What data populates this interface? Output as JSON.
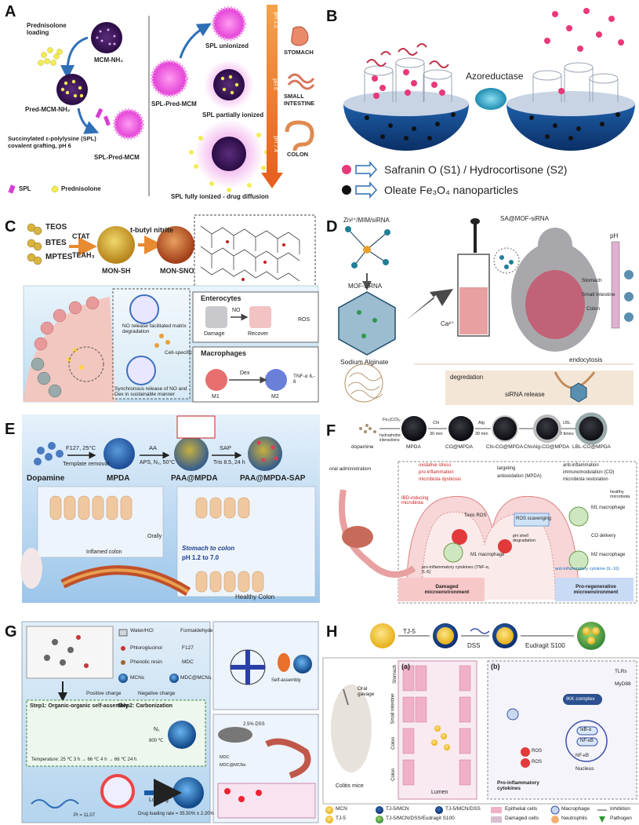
{
  "panels": {
    "A": {
      "label": "A",
      "prednisolone_loading": "Prednisolone loading",
      "mcm_nh2": "MCM-NH₂",
      "pred_mcm_nh2": "Pred-MCM-NH₂",
      "grafting": "Succinylated ε-polylysine (SPL) covalent grafting, pH 6",
      "spl_pred_mcm_left": "SPL-Pred-MCM",
      "spl_pred_mcm_mid": "SPL-Pred-MCM",
      "spl_unionized": "SPL unionized",
      "spl_partially": "SPL partially ionized",
      "spl_fully": "SPL fully ionized - drug diffusion",
      "ph1": "pH 1.2",
      "ph2": "pH 6",
      "ph3": "pH 7.4",
      "stomach": "STOMACH",
      "small_intestine": "SMALL INTESTINE",
      "colon": "COLON",
      "legend_spl": "SPL",
      "legend_pred": "Prednisolone"
    },
    "B": {
      "label": "B",
      "enzyme": "Azoreductase",
      "legend1": "Safranin O (S1) / Hydrocortisone (S2)",
      "legend2": "Oleate Fe₃O₄ nanoparticles"
    },
    "C": {
      "label": "C",
      "teos": "TEOS",
      "btes": "BTES",
      "mptes": "MPTES",
      "ctat": "CTAT",
      "teah": "TEAH₃",
      "tbutyl": "t-butyl nitrite",
      "mon_sh": "MON-SH",
      "mon_sno": "MON-SNO",
      "enterocytes": "Enterocytes",
      "damage": "Damage",
      "recover": "Recover",
      "no": "NO",
      "ros": "ROS",
      "no_release": "NO release facilitated matrix degradation",
      "cell_specific": "Cell-specific",
      "synchronous": "Synchronous release of NO and Dex in sustainable manner",
      "macrophages": "Macrophages",
      "dex": "Dex",
      "m1": "M1",
      "m2": "M2",
      "tnf": "TNF-α IL-6"
    },
    "D": {
      "label": "D",
      "zn": "Zn²⁺/MIM/siRNA",
      "mof": "MOF-siRNA",
      "alginate": "Sodium Alginate",
      "ca": "Ca²⁺",
      "sa_mof": "SA@MOF-siRNA",
      "ph": "pH",
      "stomach": "Stomach",
      "small_intestine": "Small Intestine",
      "colon": "Colon",
      "endocytosis": "endocytosis",
      "degredation": "degredation",
      "sirna_release": "siRNA release"
    },
    "E": {
      "label": "E",
      "f127": "F127, 25°C",
      "template": "Template removal",
      "aa": "AA",
      "aps": "APS, N₂, 50°C",
      "sap": "SAP",
      "tris": "Tris 8.5, 24 h",
      "dopamine": "Dopamine",
      "mpda": "MPDA",
      "paa": "PAA@MPDA",
      "paa_sap": "PAA@MPDA-SAP",
      "orally": "Orally",
      "stomach_colon": "Stomach to colon",
      "ph": "pH 1.2 to 7.0",
      "inflamed": "Inflamed colon",
      "healthy": "Healthy Colon"
    },
    "F": {
      "label": "F",
      "dopamine": "dopamine",
      "mpda": "MPDA",
      "co_mpda": "CO@MPDA",
      "chi_co": "Chi-CO@MPDA",
      "chi_alg": "Chi/Alg-CO@MPDA",
      "lbl": "LBL-CO@MPDA",
      "fe": "Fe₂(CO)₉",
      "hydrophobic": "hydrophobic interactions",
      "chi": "Chi",
      "alg": "Alg",
      "lbl_step": "LBL",
      "min1": "30 min",
      "min2": "30 min",
      "times": "3 times",
      "oral": "oral administration",
      "oxidative": "oxidative stress",
      "pro_infl": "pro-inflammation",
      "dysbiosis": "microbiota dysbiosis",
      "targeting": "targeting",
      "antiox": "antioxidation (MPDA)",
      "anti_infl": "anti-inflammation",
      "immuno": "immunomodulation (CO)",
      "restoration": "microbiota restoration",
      "ibd": "IBD-inducing microbiota",
      "toxic": "Toxic ROS",
      "ros_scav": "ROS scavenging",
      "ph_shell": "pH shell degradation",
      "m1": "M1 macrophage",
      "m1b": "M1 macrophage",
      "m2": "M2 macrophage",
      "co_delivery": "CO delivery",
      "healthy": "healthy microbiota",
      "pro_cyt": "pro-inflammatory cytokines (TNF-α, IL-6)",
      "anti_cyt": "anti-inflammatory cytokine (IL-10)",
      "damaged": "Damaged microenvironment",
      "pro_regen": "Pro-regenerative microenvironment"
    },
    "G": {
      "label": "G",
      "water": "Water/HCl",
      "formaldehyde": "Formaldehyde",
      "phloroglucinol": "Phloroglucinol",
      "f127": "F127",
      "phenolic": "Phenolic resin",
      "mdc": "MDC",
      "mcns": "MCNs",
      "mdc_mcns": "MDC@MCNs",
      "pos": "Positive charge",
      "neg": "Negative charge",
      "step1": "Step1: Organic-organic self-assembly",
      "step2": "Step2: Carbonization",
      "temps": "Temperature: 25 ℃ 3 h → 66 ℃ 4 h → 66 ℃ 24 h",
      "n2": "N₂",
      "n2t": "800 ℃",
      "loading": "Loading",
      "pi": "PI = 11.07",
      "drug_rate": "Drug loading rate = 35.50% ± 2.20%",
      "self_assembly": "Self-assembly",
      "dss": "2.5% DSS",
      "mdc_leg": "MDC",
      "mdc_mcns_leg": "MDC@MCNs"
    },
    "H": {
      "label": "H",
      "tj5": "TJ-5",
      "dss": "DSS",
      "eudragit": "Eudragit S100",
      "oral": "Oral gavage",
      "colitis": "Colitis mice",
      "a": "(a)",
      "b": "(b)",
      "stomach": "Stomach",
      "small_int": "Small intestine",
      "colon1": "Colon",
      "colon2": "Colon",
      "lumen": "Lumen",
      "tlrs": "TLRs",
      "myd88": "MyD88",
      "ikk": "IKK complex",
      "ikb": "IκB-α",
      "nfkb": "NF-κB",
      "nfkb2": "NF-κB",
      "nucleus": "Nucleus",
      "ros": "ROS",
      "ros2": "ROS",
      "pro_cyt": "Pro-inflammatory cytokines",
      "leg_mcn": "MCN",
      "leg_tj5mcn": "TJ-5/MCN",
      "leg_tj5mcndss": "TJ-5/MCN/DSS",
      "leg_epi": "Epithelial cells",
      "leg_macro": "Macrophage",
      "leg_inhib": "Inhibition",
      "leg_tj5": "TJ-5",
      "leg_full": "TJ-5/MCN/DSS/Eudragit S100",
      "leg_damaged": "Damaged cells",
      "leg_neutro": "Neutrophils",
      "leg_patho": "Pathogen"
    }
  }
}
